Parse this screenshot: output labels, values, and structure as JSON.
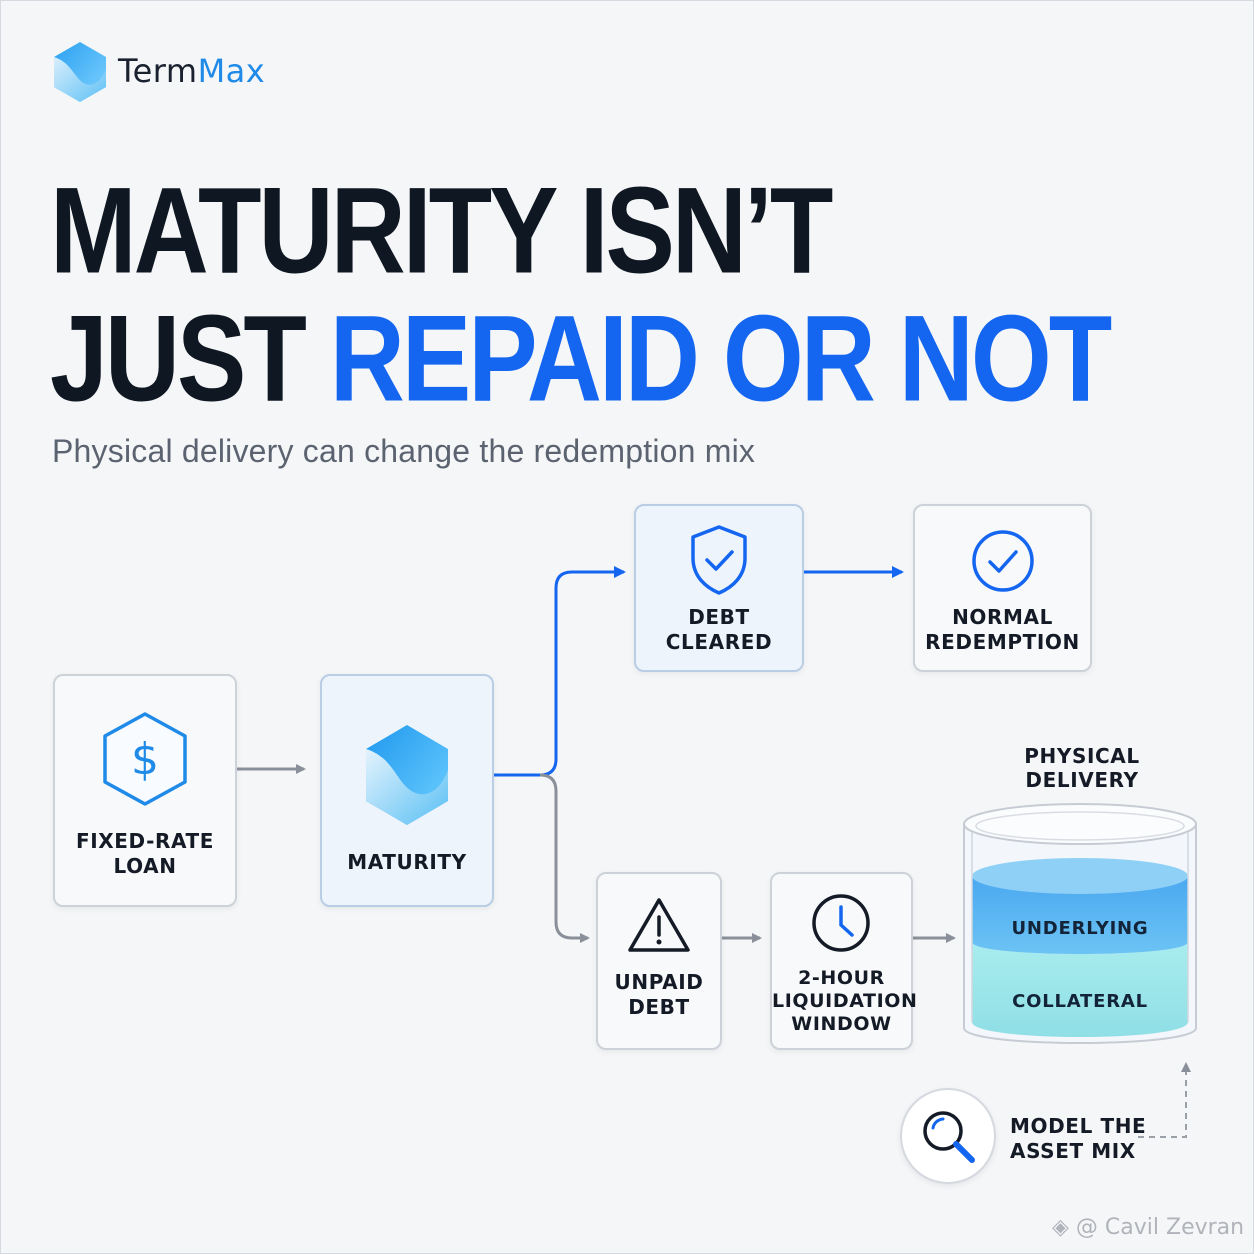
{
  "brand": {
    "part1": "Term",
    "part2": "Max",
    "logo_icon": "termmax-cube-logo"
  },
  "headline": {
    "line1": "MATURITY ISN’T",
    "line2_plain": "JUST",
    "line2_accent": "REPAID OR NOT"
  },
  "subtitle": "Physical delivery can change the redemption mix",
  "colors": {
    "accent": "#1466f0",
    "brand_blue": "#1f8ae8",
    "dark_text": "#0f1722",
    "connector_gray": "#8a9099",
    "underlying": "#5fb8f2",
    "collateral": "#9fe6ea"
  },
  "flow": {
    "fixed_rate_loan": {
      "label": "FIXED-RATE\nLOAN",
      "icon": "dollar-hexagon-icon"
    },
    "maturity": {
      "label": "MATURITY",
      "icon": "termmax-cube-icon"
    },
    "debt_cleared": {
      "label": "DEBT\nCLEARED",
      "icon": "shield-check-icon"
    },
    "normal_redemption": {
      "label": "NORMAL\nREDEMPTION",
      "icon": "check-circle-icon"
    },
    "unpaid_debt": {
      "label": "UNPAID\nDEBT",
      "icon": "warning-triangle-icon"
    },
    "liquidation_window": {
      "label": "2-HOUR\nLIQUIDATION\nWINDOW",
      "icon": "clock-icon"
    }
  },
  "physical_delivery": {
    "title": "PHYSICAL\nDELIVERY",
    "layers": [
      "UNDERLYING",
      "COLLATERAL"
    ]
  },
  "model": {
    "label": "MODEL THE\nASSET MIX",
    "icon": "magnifier-icon"
  },
  "watermark": "@ Cavil Zevran"
}
